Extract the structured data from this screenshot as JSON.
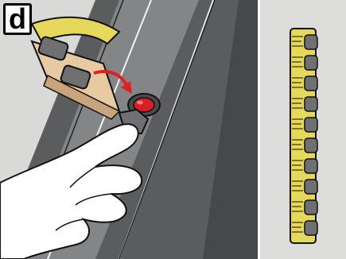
{
  "step": {
    "label": "d"
  },
  "colors": {
    "background": "#d9dad8",
    "rail_dark": "#5f6062",
    "rail_light": "#8a8b8d",
    "tape_yellow": "#e6d85a",
    "tape_tan": "#e7c9a2",
    "plug_gray": "#6f7072",
    "plug_red": "#d81f26",
    "arrow_red": "#e0201f",
    "hand_white": "#ffffff",
    "outline": "#111111"
  },
  "icons": {
    "left_panel": [
      "rail-profile-illustration",
      "tape-strip-illustration",
      "sealing-plug-illustration",
      "red-arrow-icon",
      "hand-illustration"
    ],
    "right_panel": [
      "stacked-plug-strip-illustration"
    ]
  }
}
